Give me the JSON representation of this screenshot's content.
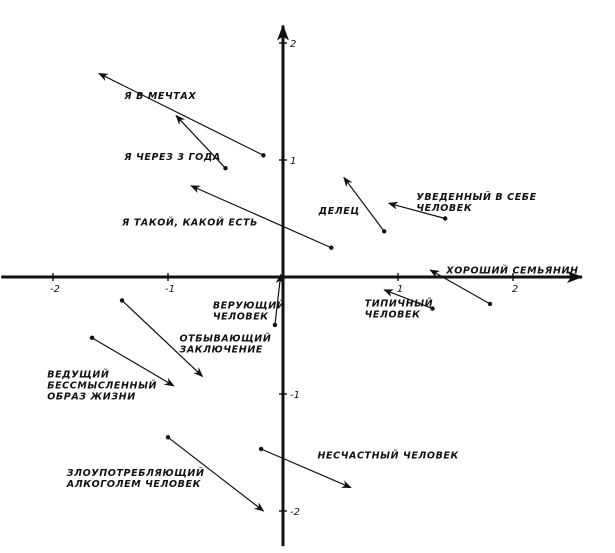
{
  "chart_data": {
    "type": "scatter",
    "title": "",
    "xlabel": "",
    "ylabel": "",
    "xlim": [
      -2.45,
      2.6
    ],
    "ylim": [
      -2.3,
      2.15
    ],
    "x_ticks": [
      {
        "value": -2,
        "label": "-2"
      },
      {
        "value": -1,
        "label": "-1"
      },
      {
        "value": 1,
        "label": "1"
      },
      {
        "value": 2,
        "label": "2"
      }
    ],
    "y_ticks": [
      {
        "value": 2,
        "label": "2"
      },
      {
        "value": 1,
        "label": "1"
      },
      {
        "value": -1,
        "label": "-1"
      },
      {
        "value": -2,
        "label": "-2"
      }
    ],
    "vectors": [
      {
        "label": [
          "Я В МЕЧТАХ"
        ],
        "from": [
          -0.17,
          1.04
        ],
        "to": [
          -1.6,
          1.74
        ],
        "label_at": [
          -1.38,
          1.52
        ]
      },
      {
        "label": [
          "Я ЧЕРЕЗ 3 ГОДА"
        ],
        "from": [
          -0.5,
          0.93
        ],
        "to": [
          -0.93,
          1.38
        ],
        "label_at": [
          -1.38,
          1.0
        ]
      },
      {
        "label": [
          "Я ТАКОЙ, КАКОЙ ЕСТЬ"
        ],
        "from": [
          0.42,
          0.25
        ],
        "to": [
          -0.8,
          0.78
        ],
        "label_at": [
          -1.4,
          0.44
        ]
      },
      {
        "label": [
          "ДЕЛЕЦ"
        ],
        "from": [
          0.88,
          0.39
        ],
        "to": [
          0.53,
          0.85
        ],
        "label_at": [
          0.31,
          0.54
        ]
      },
      {
        "label": [
          "УВЕДЕННЫЙ В СЕБЕ",
          "ЧЕЛОВЕК"
        ],
        "from": [
          1.41,
          0.5
        ],
        "to": [
          0.92,
          0.63
        ],
        "label_at": [
          1.16,
          0.66
        ]
      },
      {
        "label": [
          "ХОРОШИЙ СЕМЬЯНИН"
        ],
        "from": [
          1.8,
          -0.23
        ],
        "to": [
          1.28,
          0.06
        ],
        "label_at": [
          1.42,
          0.03
        ]
      },
      {
        "label": [
          "ТИПИЧНЫЙ",
          "ЧЕЛОВЕК"
        ],
        "from": [
          1.3,
          -0.27
        ],
        "to": [
          0.88,
          -0.11
        ],
        "label_at": [
          0.71,
          -0.25
        ]
      },
      {
        "label": [
          "ВЕРУЮЩИЙ",
          "ЧЕЛОВЕК"
        ],
        "from": [
          -0.07,
          -0.41
        ],
        "to": [
          -0.02,
          0.02
        ],
        "label_at": [
          -0.61,
          -0.27
        ]
      },
      {
        "label": [
          "ОТБЫВАЮЩИЙ",
          "ЗАКЛЮЧЕНИЕ"
        ],
        "from": [
          -1.4,
          -0.2
        ],
        "to": [
          -0.7,
          -0.85
        ],
        "label_at": [
          -0.9,
          -0.55
        ]
      },
      {
        "label": [
          "ВЕДУЩИЙ",
          "БЕССМЫСЛЕННЫЙ",
          "ОБРАЗ ЖИЗНИ"
        ],
        "from": [
          -1.66,
          -0.52
        ],
        "to": [
          -0.95,
          -0.93
        ],
        "label_at": [
          -2.05,
          -0.86
        ]
      },
      {
        "label": [
          "ЗЛОУПОТРЕБЛЯЮЩИЙ",
          "АЛКОГОЛЕМ ЧЕЛОВЕК"
        ],
        "from": [
          -1.0,
          -1.37
        ],
        "to": [
          -0.17,
          -2.0
        ],
        "label_at": [
          -1.88,
          -1.7
        ]
      },
      {
        "label": [
          "НЕСЧАСТНЫЙ ЧЕЛОВЕК"
        ],
        "from": [
          -0.19,
          -1.47
        ],
        "to": [
          0.59,
          -1.8
        ],
        "label_at": [
          0.3,
          -1.55
        ]
      }
    ]
  }
}
